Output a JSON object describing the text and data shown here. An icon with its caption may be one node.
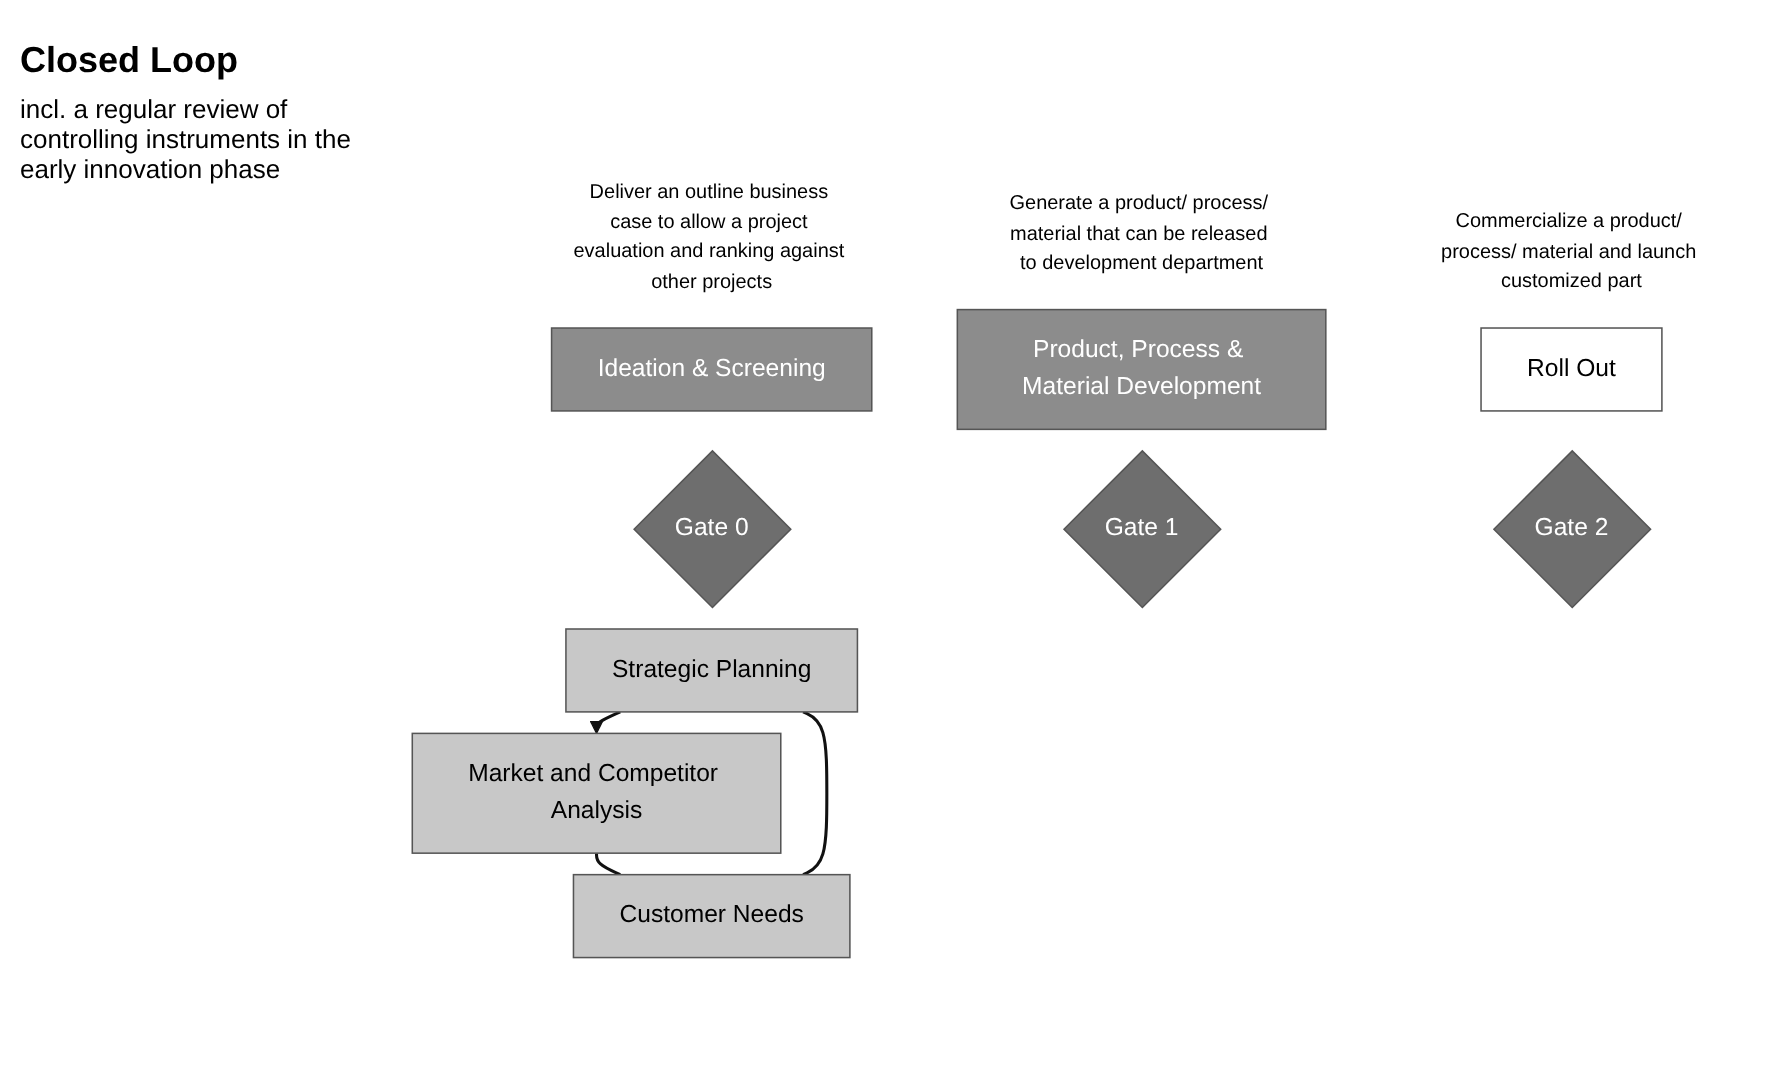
{
  "diagram": {
    "nodes": [
      {
        "text": [
          "Ideation & Screening"
        ],
        "beside": [
          "Deliver an outline business case to allow a project evaluation and ranking against other projects"
        ]
      },
      {
        "text": [
          "Gate 0"
        ]
      },
      {
        "text": [
          "Gate 1"
        ]
      },
      {
        "text": [
          "Product, Process & Material Development"
        ],
        "beside": [
          "Generate a product/ process/ material that can be released to development department"
        ]
      },
      {
        "text": [
          "Gate 2"
        ]
      },
      {
        "text": [
          "Roll Out"
        ],
        "beside": [
          "Commercialize a product/ process/ material and launch customized part"
        ]
      },
      {
        "text": [
          "Market and Competitor Analysis"
        ]
      },
      {
        "text": [
          "Customer Needs"
        ]
      },
      {
        "text": [
          "Strategic Planning"
        ]
      }
    ],
    "edges": [
      {
        "from": 8,
        "to": 6,
        "arrow": "to"
      },
      {
        "from": 6,
        "to": 7,
        "arrow": "none"
      },
      {
        "from": 7,
        "to": 8,
        "arrow": "none"
      }
    ],
    "labels": [
      "Closed Loop",
      "incl. a regular review of controlling instruments in the early innovation phase"
    ]
  }
}
